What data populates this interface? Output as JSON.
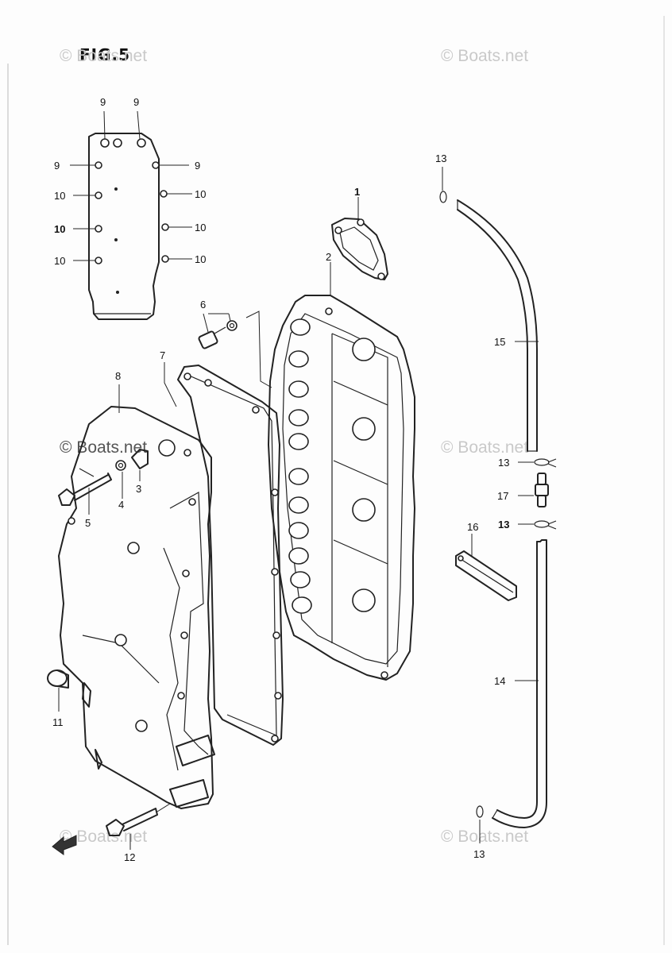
{
  "figure": {
    "title": "FIG.5"
  },
  "watermarks": [
    {
      "text": "© Boats.net",
      "key": "top-left"
    },
    {
      "text": "© Boats.net",
      "key": "top-right"
    },
    {
      "text": "© Boats.net",
      "key": "mid-left"
    },
    {
      "text": "© Boats.net",
      "key": "mid-right"
    },
    {
      "text": "© Boats.net",
      "key": "bottom-left"
    },
    {
      "text": "© Boats.net",
      "key": "bottom-right"
    }
  ],
  "callouts": {
    "c1": "1",
    "c2": "2",
    "c3": "3",
    "c4": "4",
    "c5": "5",
    "c6": "6",
    "c7": "7",
    "c8": "8",
    "c9a": "9",
    "c9b": "9",
    "c9c": "9",
    "c9d": "9",
    "c10a": "10",
    "c10b": "10",
    "c10c": "10",
    "c10d": "10",
    "c10e": "10",
    "c10f": "10",
    "c11": "11",
    "c12": "12",
    "c13a": "13",
    "c13b": "13",
    "c13c": "13",
    "c13d": "13",
    "c14": "14",
    "c15": "15",
    "c16": "16",
    "c17": "17"
  },
  "icons": {
    "direction_arrow": "fwd-arrow-icon"
  },
  "colors": {
    "ink": "#222222",
    "watermark": "#c9c9c9",
    "paper": "#fdfdfd"
  }
}
